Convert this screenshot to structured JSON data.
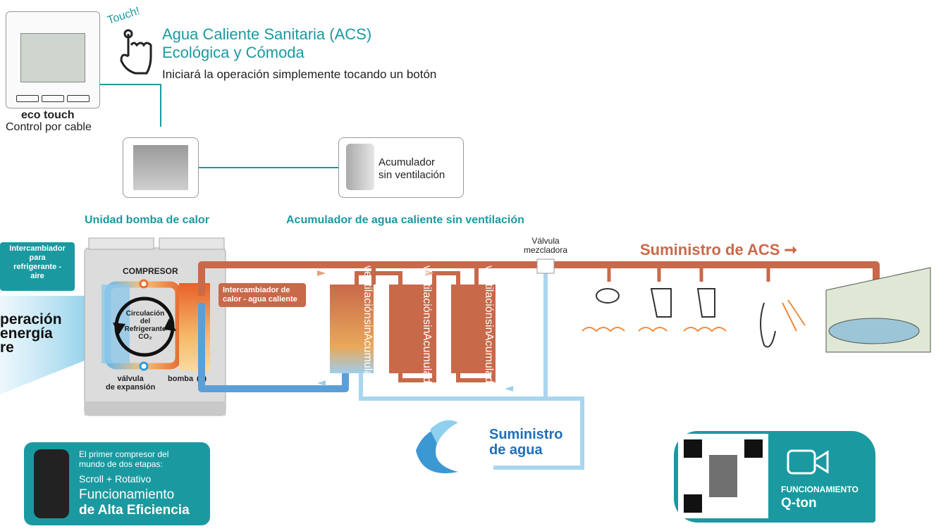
{
  "controller": {
    "touch_label": "Touch!",
    "name": "eco touch",
    "subtitle": "Control por cable"
  },
  "header": {
    "title_line1": "Agua Caliente Sanitaria (ACS)",
    "title_line2": "Ecológica y  Cómoda",
    "description": "Iniciará la operación simplemente tocando un botón"
  },
  "units": {
    "heat_pump_label": "Unidad bomba de calor",
    "tank_callout_line1": "Acumulador",
    "tank_callout_line2": "sin ventilación",
    "tank_label": "Acumulador de agua caliente sin ventilación"
  },
  "heat_pump": {
    "exchanger_air_line1": "Intercambiador",
    "exchanger_air_line2": "para",
    "exchanger_air_line3": "refrigerante -",
    "exchanger_air_line4": "aire",
    "compressor": "COMPRESOR",
    "circulation_line1": "Circulación",
    "circulation_line2": "del",
    "circulation_line3": "Refrigerante",
    "circulation_line4": "CO₂",
    "valve_line1": "válvula",
    "valve_line2": "de expansión",
    "pump": "bomba",
    "exchanger_water_line1": "Intercambiador de",
    "exchanger_water_line2": "calor - agua caliente",
    "air_energy_line1": "peración",
    "air_energy_line2": "energía",
    "air_energy_line3": "re"
  },
  "tanks": [
    {
      "line1": "Acumulador",
      "line2": "sin",
      "line3": "ventilación"
    },
    {
      "line1": "Acumulador",
      "line2": "sin",
      "line3": "ventilación"
    },
    {
      "line1": "Acumulador",
      "line2": "sin",
      "line3": "ventilación"
    }
  ],
  "supply": {
    "mixing_valve_line1": "Válvula",
    "mixing_valve_line2": "mezcladora",
    "acs_supply": "Suministro de ACS",
    "water_supply_line1": "Suministro",
    "water_supply_line2": "de agua"
  },
  "compressor_box": {
    "line1": "El primer compresor del",
    "line2": "mundo de dos etapas:",
    "line3": "Scroll + Rotativo",
    "line4": "Funcionamiento",
    "line5": "de Alta Eficiencia"
  },
  "qton": {
    "line1": "FUNCIONAMIENTO",
    "line2": "Q-ton"
  },
  "colors": {
    "teal": "#1a9aa0",
    "hot_pipe": "#c8694a",
    "cold_pipe": "#a9d6ef"
  }
}
